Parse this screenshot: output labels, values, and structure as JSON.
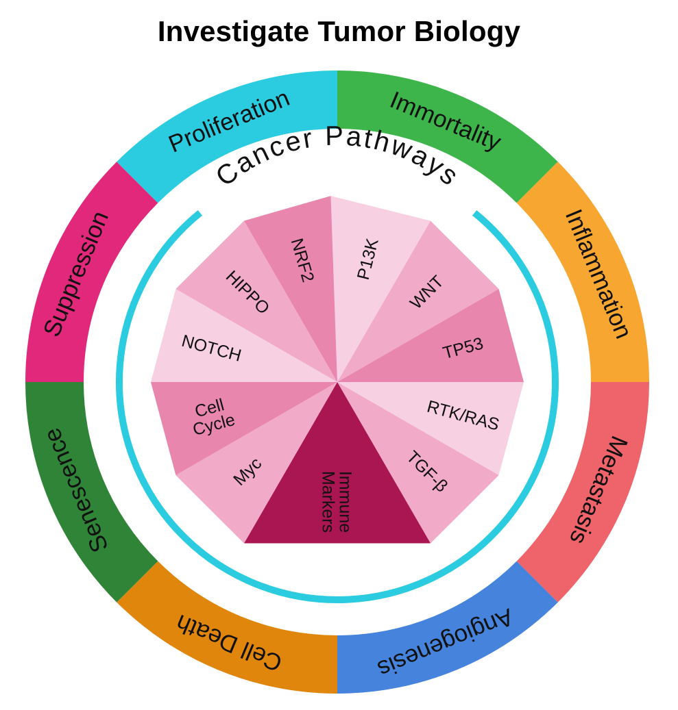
{
  "title": "Investigate Tumor Biology",
  "ring_title": "Cancer Pathways",
  "outer_segments": [
    {
      "label": "Immortality",
      "color": "#3db54a"
    },
    {
      "label": "Inflammation",
      "color": "#f7a731"
    },
    {
      "label": "Metastasis",
      "color": "#ef636a"
    },
    {
      "label": "Angiogenesis",
      "color": "#4583dd"
    },
    {
      "label": "Cell Death",
      "color": "#e0860c"
    },
    {
      "label": "Senescence",
      "color": "#2f8438"
    },
    {
      "label": "Suppression",
      "color": "#e1287a"
    },
    {
      "label": "Proliferation",
      "color": "#2ccce0"
    }
  ],
  "inner_segments": [
    {
      "label": "P13K",
      "color": "#f7d1e1"
    },
    {
      "label": "WNT",
      "color": "#f1aac7"
    },
    {
      "label": "TP53",
      "color": "#e986ae"
    },
    {
      "label": "RTK/RAS",
      "color": "#f7d1e1"
    },
    {
      "label": "TGF-β",
      "color": "#f1aac7"
    },
    {
      "label": "Immune Markers",
      "color": "#a91652"
    },
    {
      "label": "Myc",
      "color": "#f1aac7"
    },
    {
      "label": "Cell Cycle",
      "color": "#e986ae"
    },
    {
      "label": "NOTCH",
      "color": "#f7d1e1"
    },
    {
      "label": "HIPPO",
      "color": "#f1aac7"
    },
    {
      "label": "NRF2",
      "color": "#e986ae"
    }
  ],
  "accent_ring_color": "#2ccce0"
}
